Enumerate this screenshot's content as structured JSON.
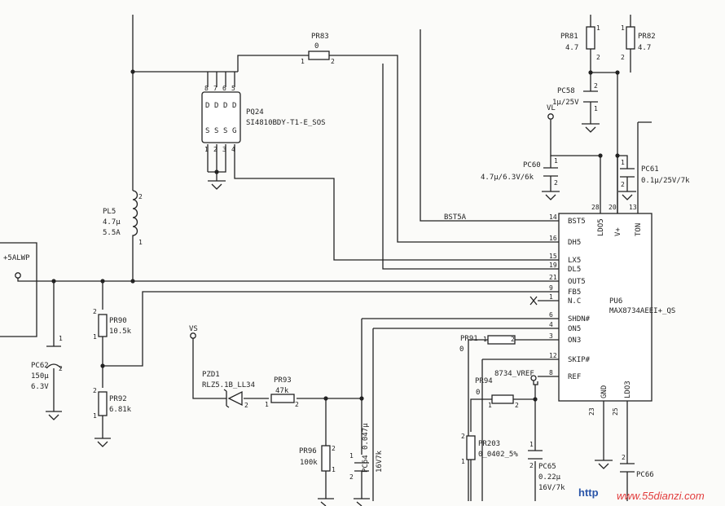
{
  "components": {
    "pr83": {
      "ref": "PR83",
      "value": "0",
      "pin1": "1",
      "pin2": "2"
    },
    "pq24": {
      "ref": "PQ24",
      "part": "SI4810BDY-T1-E_SOS",
      "top_pins": [
        "8",
        "7",
        "6",
        "5"
      ],
      "bottom_pins": [
        "1",
        "2",
        "3",
        "4"
      ],
      "d_letters": [
        "D",
        "D",
        "D",
        "D"
      ],
      "s_letters": [
        "S",
        "S",
        "S",
        "G"
      ]
    },
    "pl5": {
      "ref": "PL5",
      "value1": "4.7μ",
      "value2": "5.5A",
      "pin1": "1",
      "pin2": "2"
    },
    "pr81": {
      "ref": "PR81",
      "value": "4.7",
      "pin1": "1",
      "pin2": "2"
    },
    "pr82": {
      "ref": "PR82",
      "value": "4.7",
      "pin1": "1",
      "pin2": "2"
    },
    "pc58": {
      "ref": "PC58",
      "value": "1μ/25V",
      "pin1": "1",
      "pin2": "2"
    },
    "pc60": {
      "ref": "PC60",
      "value": "4.7μ/6.3V/6k",
      "pin1": "1",
      "pin2": "2"
    },
    "pc61": {
      "ref": "PC61",
      "value": "0.1μ/25V/7k",
      "pin1": "1",
      "pin2": "2"
    },
    "pc62": {
      "ref": "PC62",
      "value1": "150μ",
      "value2": "6.3V",
      "pin1": "1",
      "pin2": "2"
    },
    "pr90": {
      "ref": "PR90",
      "value": "10.5k",
      "pin1": "1",
      "pin2": "2"
    },
    "pr92": {
      "ref": "PR92",
      "value": "6.81k",
      "pin1": "1",
      "pin2": "2"
    },
    "pzd1": {
      "ref": "PZD1",
      "part": "RLZ5.1B_LL34",
      "pin2": "2"
    },
    "pr93": {
      "ref": "PR93",
      "value": "47k",
      "pin1": "1",
      "pin2": "2"
    },
    "pr96": {
      "ref": "PR96",
      "value": "100k",
      "pin1": "1",
      "pin2": "2"
    },
    "pc64": {
      "ref": "PC64",
      "value1": "0.047μ",
      "value2": "16V7k",
      "pin1": "1",
      "pin2": "2"
    },
    "pr91": {
      "ref": "PR91",
      "value": "0",
      "pin1": "1",
      "pin2": "2"
    },
    "pr94": {
      "ref": "PR94",
      "value": "0",
      "pin1": "1",
      "pin2": "2"
    },
    "pr203": {
      "ref": "PR203",
      "value": "0_0402_5%",
      "pin1": "1",
      "pin2": "2"
    },
    "pc65": {
      "ref": "PC65",
      "value1": "0.22μ",
      "value2": "16V/7k",
      "pin1": "1",
      "pin2": "2"
    },
    "pc66": {
      "ref": "PC66",
      "pin2": "2"
    },
    "pu6": {
      "ref": "PU6",
      "part": "MAX8734AEEI+_QS"
    }
  },
  "nets": {
    "vl": "VL",
    "vs": "VS",
    "plus5alwp": "+5ALWP",
    "bst5a": "BST5A",
    "vref": "8734_VREF"
  },
  "ic_pins": [
    {
      "num": "14",
      "name": "BST5"
    },
    {
      "num": "16",
      "name": "DH5"
    },
    {
      "num": "15",
      "name": "LX5"
    },
    {
      "num": "19",
      "name": "DL5"
    },
    {
      "num": "21",
      "name": "OUT5"
    },
    {
      "num": "9",
      "name": "FB5"
    },
    {
      "num": "1",
      "name": "N.C"
    },
    {
      "num": "6",
      "name": "SHDN#"
    },
    {
      "num": "4",
      "name": "ON5"
    },
    {
      "num": "3",
      "name": "ON3"
    },
    {
      "num": "12",
      "name": "SKIP#"
    },
    {
      "num": "8",
      "name": "REF"
    }
  ],
  "ic_top_pins": [
    {
      "num": "28",
      "name": "LDO5"
    },
    {
      "num": "20",
      "name": "V+"
    },
    {
      "num": "13",
      "name": "TON"
    }
  ],
  "ic_bottom_pins": [
    {
      "num": "23",
      "name": "GND"
    },
    {
      "num": "25",
      "name": "LDO3"
    }
  ],
  "watermark": {
    "prefix": "http",
    "site": "www.55dianzi.com"
  }
}
